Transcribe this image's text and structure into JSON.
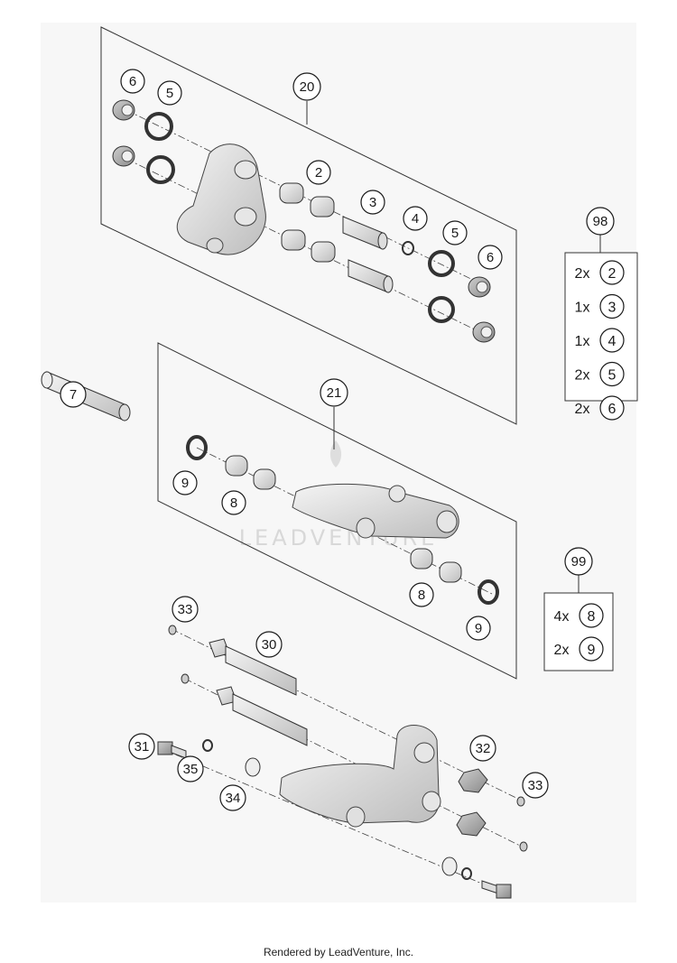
{
  "diagram": {
    "callouts": {
      "c20": "20",
      "c21": "21",
      "c98": "98",
      "c99": "99",
      "c6a": "6",
      "c5a": "5",
      "c2": "2",
      "c3": "3",
      "c4": "4",
      "c5b": "5",
      "c6b": "6",
      "c7": "7",
      "c9a": "9",
      "c8a": "8",
      "c8b": "8",
      "c9b": "9",
      "c33a": "33",
      "c30": "30",
      "c31": "31",
      "c35": "35",
      "c34": "34",
      "c32": "32",
      "c33b": "33"
    },
    "kit98": [
      {
        "qty": "2x",
        "part": "2"
      },
      {
        "qty": "1x",
        "part": "3"
      },
      {
        "qty": "1x",
        "part": "4"
      },
      {
        "qty": "2x",
        "part": "5"
      },
      {
        "qty": "2x",
        "part": "6"
      }
    ],
    "kit99": [
      {
        "qty": "4x",
        "part": "8"
      },
      {
        "qty": "2x",
        "part": "9"
      }
    ],
    "watermark": "LEADVENTURE"
  },
  "footer": {
    "text": "Rendered by LeadVenture, Inc."
  }
}
